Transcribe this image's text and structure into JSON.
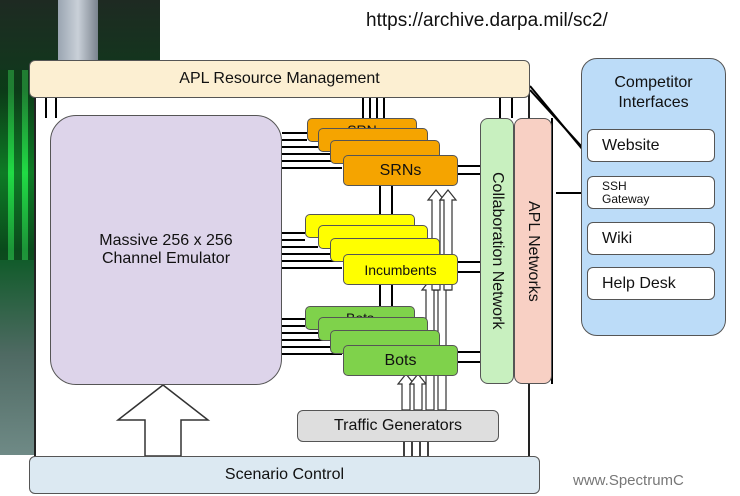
{
  "url": "https://archive.darpa.mil/sc2/",
  "footer": "www.SpectrumC",
  "apl_resource_management": "APL Resource Management",
  "channel_emulator": [
    "Massive 256 x 256",
    "Channel Emulator"
  ],
  "stacks": {
    "srns": {
      "label": "SRNs",
      "ghost": "SRN"
    },
    "incumbents": {
      "label": "Incumbents"
    },
    "bots": {
      "label": "Bots",
      "ghost": "Bots"
    }
  },
  "collaboration_network": "Collaboration Network",
  "apl_networks": "APL Networks",
  "traffic_generators": "Traffic Generators",
  "scenario_control": "Scenario Control",
  "competitor_interfaces": {
    "title": [
      "Competitor",
      "Interfaces"
    ],
    "items": [
      "Website",
      "SSH",
      "Gateway",
      "Wiki",
      "Help Desk"
    ]
  },
  "colors": {
    "resource_bar": "#fcefd2",
    "emulator": "#ddd4ea",
    "srns": "#f5a400",
    "incumbents": "#ffff00",
    "bots": "#7fd24b",
    "collaboration": "#c8f0bf",
    "apl_networks": "#f8d0c4",
    "traffic": "#dedede",
    "scenario": "#dce9f2",
    "competitor_panel": "#bcdcf8"
  }
}
